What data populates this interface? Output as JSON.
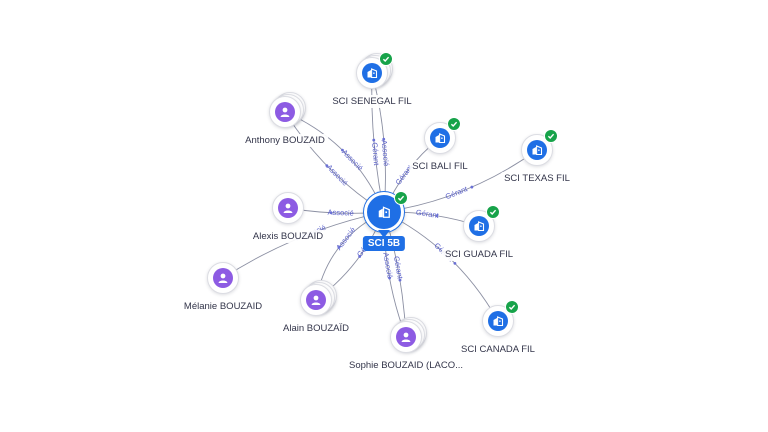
{
  "center": {
    "label": "SCI 5B"
  },
  "nodes": [
    {
      "id": "senegal",
      "type": "company",
      "label": "SCI SENEGAL FIL",
      "stacked": true,
      "verified": true
    },
    {
      "id": "bali",
      "type": "company",
      "label": "SCI BALI FIL",
      "stacked": false,
      "verified": true
    },
    {
      "id": "texas",
      "type": "company",
      "label": "SCI TEXAS FIL",
      "stacked": false,
      "verified": true
    },
    {
      "id": "guada",
      "type": "company",
      "label": "SCI GUADA FIL",
      "stacked": false,
      "verified": true
    },
    {
      "id": "canada",
      "type": "company",
      "label": "SCI CANADA FIL",
      "stacked": false,
      "verified": true
    },
    {
      "id": "anthony",
      "type": "person",
      "label": "Anthony BOUZAID",
      "stacked": true
    },
    {
      "id": "alexis",
      "type": "person",
      "label": "Alexis BOUZAID",
      "stacked": false
    },
    {
      "id": "melanie",
      "type": "person",
      "label": "Mélanie BOUZAID",
      "stacked": false
    },
    {
      "id": "alain",
      "type": "person",
      "label": "Alain BOUZAÏD",
      "stacked": true
    },
    {
      "id": "sophie",
      "type": "person",
      "label": "Sophie BOUZAID (LACO...",
      "stacked": true
    }
  ],
  "edges": [
    {
      "to": "senegal",
      "role": "Gérant"
    },
    {
      "to": "senegal",
      "role": "Associé"
    },
    {
      "to": "bali",
      "role": "Gérant"
    },
    {
      "to": "texas",
      "role": "Gérant"
    },
    {
      "to": "guada",
      "role": "Gérant"
    },
    {
      "to": "canada",
      "role": "Gérant"
    },
    {
      "to": "anthony",
      "role": "Associé"
    },
    {
      "to": "anthony",
      "role": "Associé"
    },
    {
      "to": "alexis",
      "role": "Associé"
    },
    {
      "to": "melanie",
      "role": "Associé"
    },
    {
      "to": "alain",
      "role": "Gérant"
    },
    {
      "to": "alain",
      "role": "Associé"
    },
    {
      "to": "sophie",
      "role": "Gérant"
    },
    {
      "to": "sophie",
      "role": "Associé"
    }
  ]
}
